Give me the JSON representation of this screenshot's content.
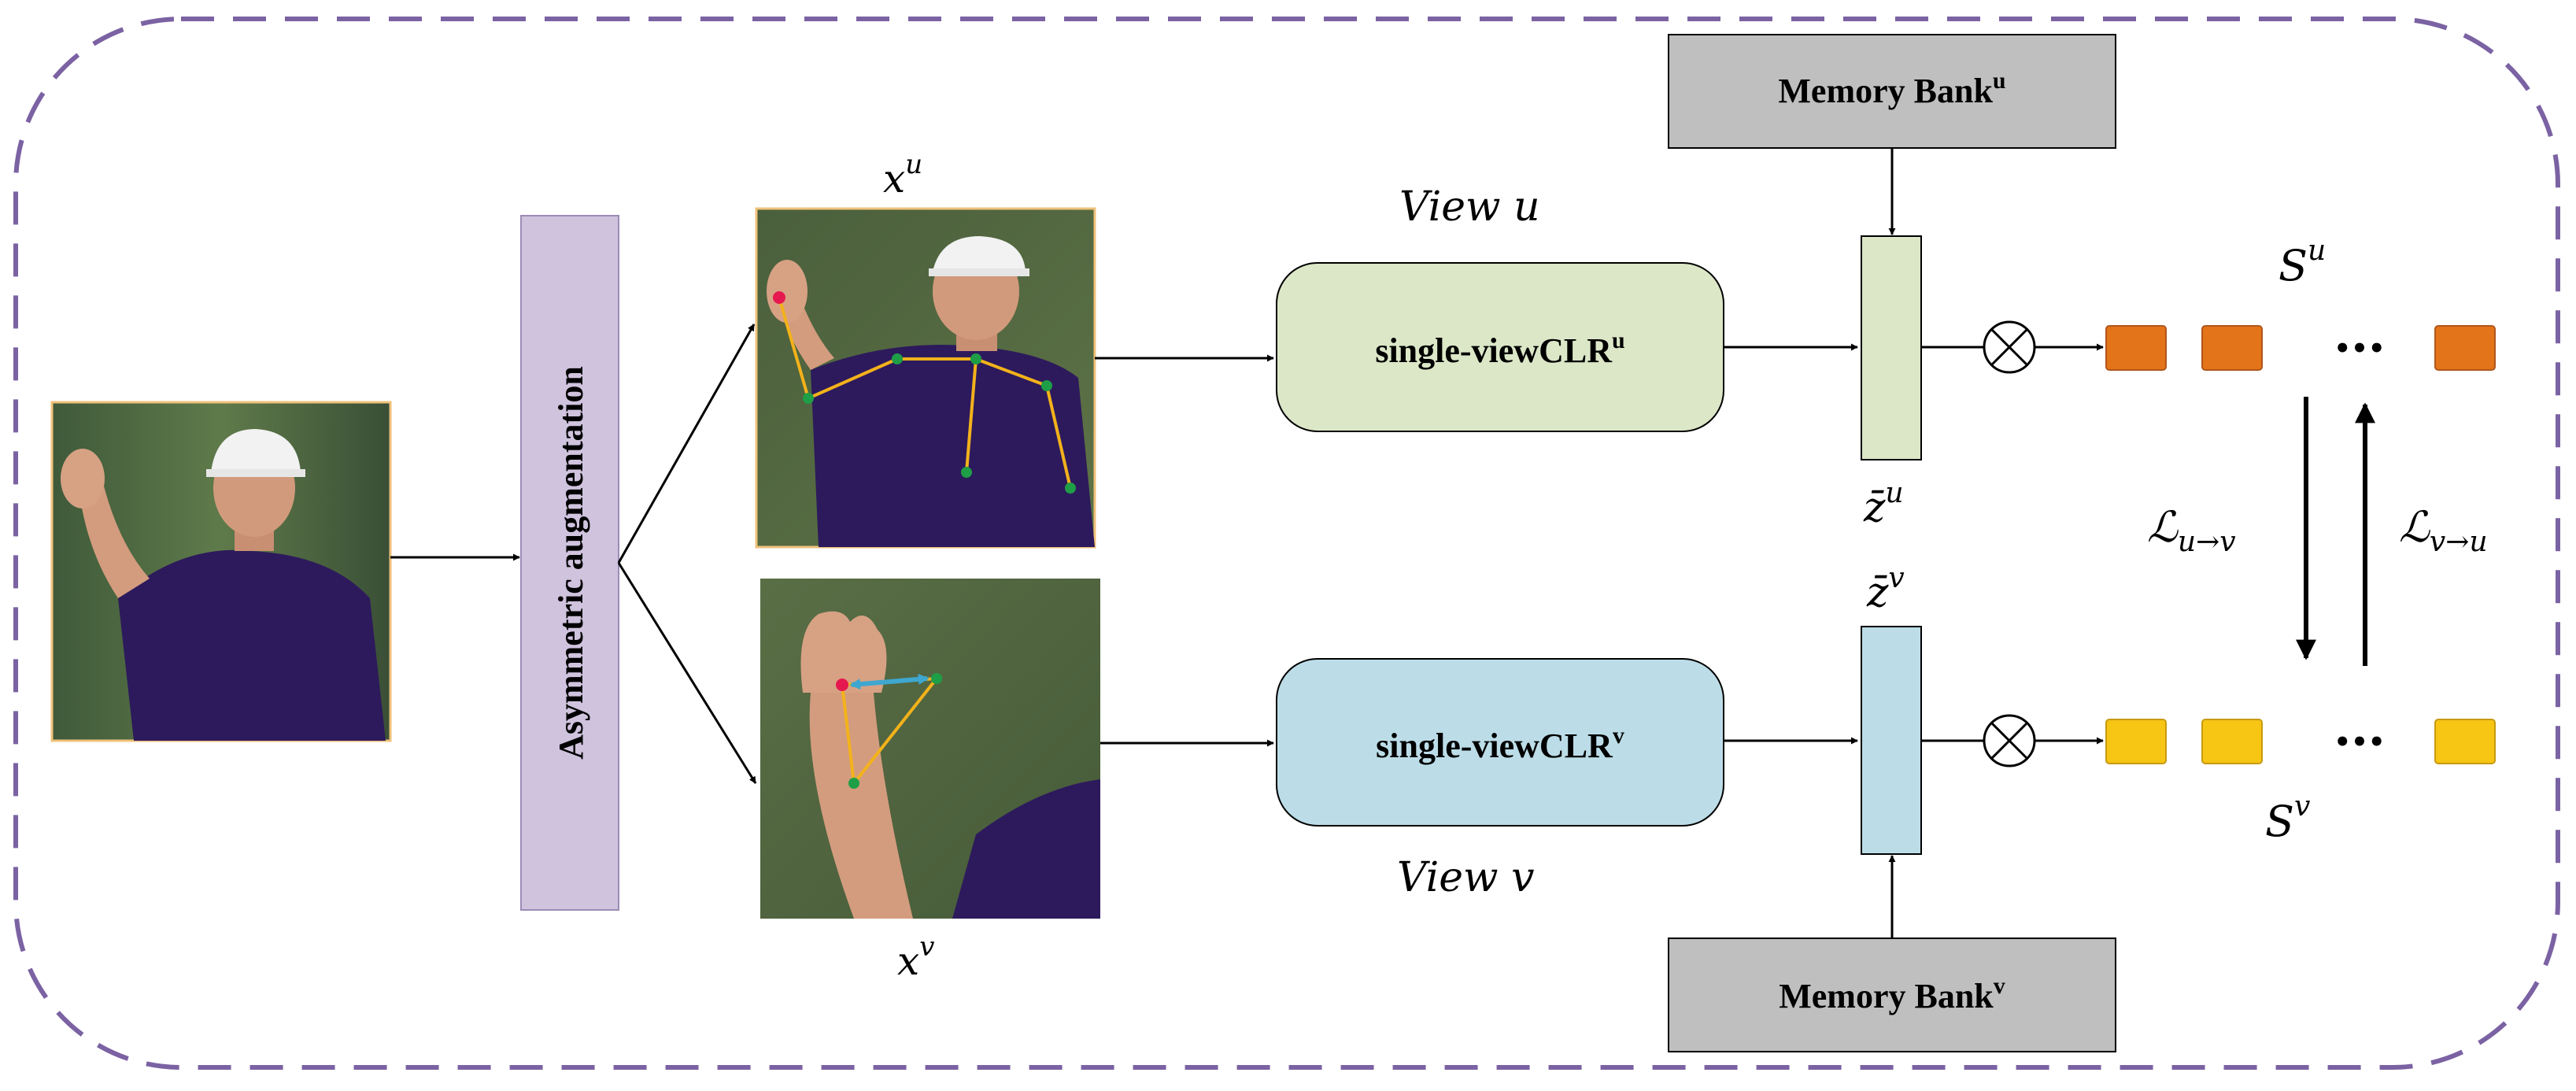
{
  "diagram": {
    "augmentation_label": "Asymmetric augmentation",
    "memory_bank_u": {
      "text": "Memory Bank",
      "sup": "u"
    },
    "memory_bank_v": {
      "text": "Memory Bank",
      "sup": "v"
    },
    "clr_u": {
      "text": "single-viewCLR",
      "sup": "u"
    },
    "clr_v": {
      "text": "single-viewCLR",
      "sup": "v"
    },
    "view_u": "View u",
    "view_v": "View v",
    "xu": {
      "base": "x",
      "sup": "u"
    },
    "xv": {
      "base": "x",
      "sup": "v"
    },
    "zu": {
      "base": "z̄",
      "sup": "u"
    },
    "zv": {
      "base": "z̄",
      "sup": "v"
    },
    "su": {
      "base": "S",
      "sup": "u"
    },
    "sv": {
      "base": "S",
      "sup": "v"
    },
    "loss_uv": {
      "base": "ℒ",
      "sub": "u→v"
    },
    "loss_vu": {
      "base": "ℒ",
      "sub": "v→u"
    },
    "ellipsis": "•••",
    "colors": {
      "border_dash": "#7b62a3",
      "augmentation_fill": "#cfc3de",
      "clr_u_fill": "#dbe7c7",
      "clr_v_fill": "#bcdde8",
      "memory_fill": "#bfbfbf",
      "token_u": "#e4741a",
      "token_v": "#f7c514",
      "skeleton": "#f3b21b",
      "joint": "#1e9e46",
      "keypoint_red": "#e5194f",
      "arrow_blue": "#3fa7cf",
      "photo_frame": "#f0c27a"
    }
  }
}
